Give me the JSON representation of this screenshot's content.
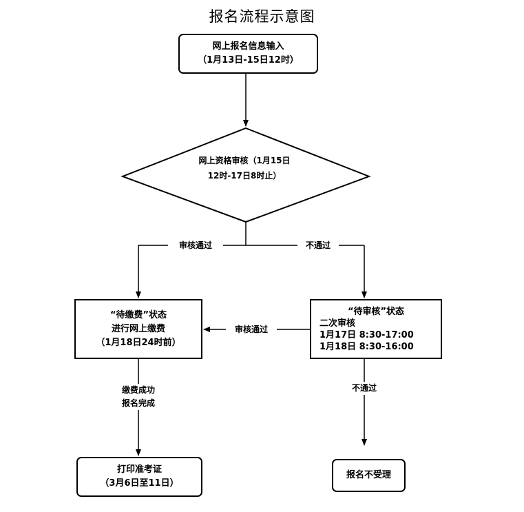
{
  "title": "报名流程示意图",
  "nodes": {
    "input": {
      "line1": "网上报名信息输入",
      "line2": "（1月13日-15日12时）"
    },
    "review": {
      "line1": "网上资格审核（1月15日",
      "line2": "12时-17日8时止）"
    },
    "pending_payment": {
      "line1": "“待缴费”状态",
      "line2": "进行网上缴费",
      "line3": "（1月18日24时前）"
    },
    "pending_review": {
      "line1": "“待审核”状态",
      "line2": "二次审核",
      "line3": "1月17日 8:30-17:00",
      "line4": "1月18日 8:30-16:00"
    },
    "admission": {
      "line1": "打印准考证",
      "line2": "（3月6日至11日）"
    },
    "rejected": {
      "line1": "报名不受理"
    }
  },
  "labels": {
    "pass_left": "审核通过",
    "fail_right": "不通过",
    "pass_second": "审核通过",
    "paid_line1": "缴费成功",
    "paid_line2": "报名完成",
    "fail_second": "不通过"
  }
}
